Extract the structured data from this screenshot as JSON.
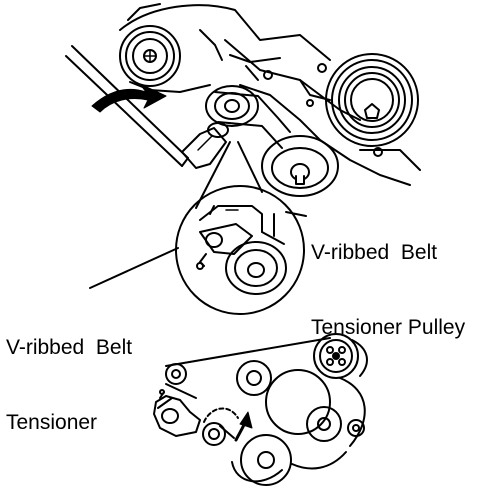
{
  "labels": {
    "tensioner_pulley": {
      "line1": "V-ribbed  Belt",
      "line2": "Tensioner Pulley"
    },
    "tensioner": {
      "line1": "V-ribbed  Belt",
      "line2": "Tensioner"
    }
  },
  "colors": {
    "ink": "#000000",
    "paper": "#ffffff"
  }
}
